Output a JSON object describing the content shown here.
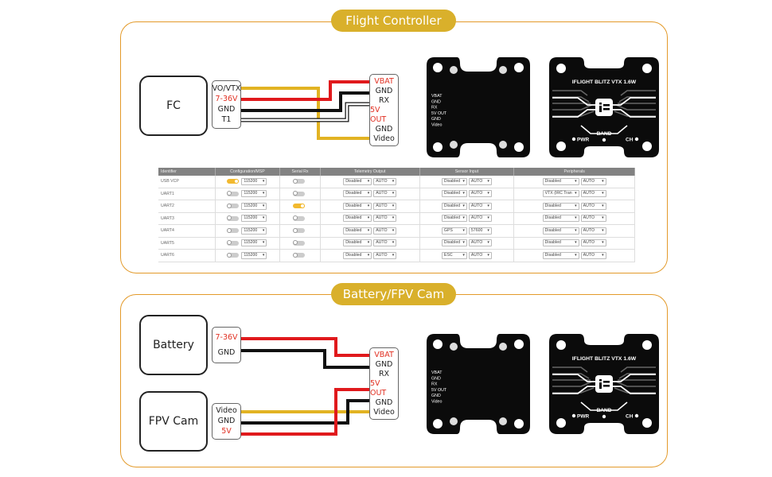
{
  "sections": {
    "fc_title": "Flight Controller",
    "battery_title": "Battery/FPV Cam"
  },
  "fc_diagram": {
    "device": "FC",
    "fc_pins": [
      "VO/VTX",
      "7-36V",
      "GND",
      "T1"
    ],
    "vtx_pins": [
      "VBAT",
      "GND",
      "RX",
      "5V OUT",
      "GND",
      "Video"
    ]
  },
  "battery_diagram": {
    "battery_device": "Battery",
    "battery_pins": [
      "7-36V",
      "GND"
    ],
    "cam_device": "FPV Cam",
    "cam_pins": [
      "Video",
      "GND",
      "5V"
    ],
    "vtx_pins": [
      "VBAT",
      "GND",
      "RX",
      "5V OUT",
      "GND",
      "Video"
    ]
  },
  "board_back": {
    "labels": [
      "VBAT",
      "GND",
      "RX",
      "5V OUT",
      "GND",
      "Video"
    ]
  },
  "board_front": {
    "title": "IFLIGHT BLITZ VTX 1.6W",
    "logo": "i=",
    "band": "BAND",
    "pwr": "PWR",
    "ch": "CH"
  },
  "wire_colors": {
    "red": "#e0191c",
    "black": "#111111",
    "yellow": "#e2b323",
    "white": "#ffffff"
  },
  "ports_table": {
    "headers": [
      "Identifier",
      "Configuration/MSP",
      "Serial Rx",
      "Telemetry Output",
      "Sensor Input",
      "Peripherals"
    ],
    "rows": [
      {
        "id": "USB VCP",
        "msp_on": true,
        "msp_baud": "115200",
        "rx_on": false,
        "tel": "Disabled",
        "tel_baud": "AUTO",
        "sensor": "Disabled",
        "sensor_baud": "AUTO",
        "periph": "Disabled",
        "periph_baud": "AUTO"
      },
      {
        "id": "UART1",
        "msp_on": false,
        "msp_baud": "115200",
        "rx_on": false,
        "tel": "Disabled",
        "tel_baud": "AUTO",
        "sensor": "Disabled",
        "sensor_baud": "AUTO",
        "periph": "VTX (IRC Tran",
        "periph_baud": "AUTO"
      },
      {
        "id": "UART2",
        "msp_on": false,
        "msp_baud": "115200",
        "rx_on": true,
        "tel": "Disabled",
        "tel_baud": "AUTO",
        "sensor": "Disabled",
        "sensor_baud": "AUTO",
        "periph": "Disabled",
        "periph_baud": "AUTO"
      },
      {
        "id": "UART3",
        "msp_on": false,
        "msp_baud": "115200",
        "rx_on": false,
        "tel": "Disabled",
        "tel_baud": "AUTO",
        "sensor": "Disabled",
        "sensor_baud": "AUTO",
        "periph": "Disabled",
        "periph_baud": "AUTO"
      },
      {
        "id": "UART4",
        "msp_on": false,
        "msp_baud": "115200",
        "rx_on": false,
        "tel": "Disabled",
        "tel_baud": "AUTO",
        "sensor": "GPS",
        "sensor_baud": "57600",
        "periph": "Disabled",
        "periph_baud": "AUTO"
      },
      {
        "id": "UART5",
        "msp_on": false,
        "msp_baud": "115200",
        "rx_on": false,
        "tel": "Disabled",
        "tel_baud": "AUTO",
        "sensor": "Disabled",
        "sensor_baud": "AUTO",
        "periph": "Disabled",
        "periph_baud": "AUTO"
      },
      {
        "id": "UART6",
        "msp_on": false,
        "msp_baud": "115200",
        "rx_on": false,
        "tel": "Disabled",
        "tel_baud": "AUTO",
        "sensor": "ESC",
        "sensor_baud": "AUTO",
        "periph": "Disabled",
        "periph_baud": "AUTO"
      }
    ]
  }
}
